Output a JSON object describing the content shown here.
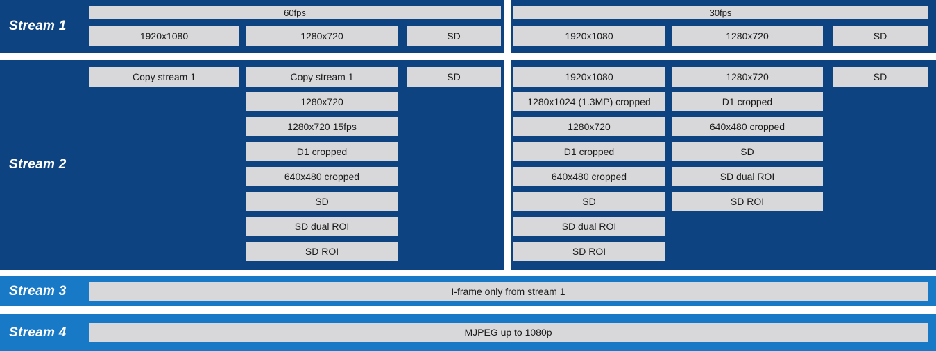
{
  "colors": {
    "dark_blue": "#0d4380",
    "light_blue": "#1879c6",
    "box_gray": "#d8d8da",
    "label_text": "#ffffff",
    "box_text": "#1a1a1a"
  },
  "stream1": {
    "label": "Stream 1",
    "groups": [
      {
        "header": "60fps",
        "options": [
          "1920x1080",
          "1280x720",
          "SD"
        ]
      },
      {
        "header": "30fps",
        "options": [
          "1920x1080",
          "1280x720",
          "SD"
        ]
      }
    ]
  },
  "stream2": {
    "label": "Stream 2",
    "left": {
      "columns": [
        {
          "options": [
            "Copy stream 1"
          ]
        },
        {
          "options": [
            "Copy stream 1",
            "1280x720",
            "1280x720 15fps",
            "D1 cropped",
            "640x480 cropped",
            "SD",
            "SD dual ROI",
            "SD ROI"
          ]
        },
        {
          "options": [
            "SD"
          ]
        }
      ]
    },
    "right": {
      "columns": [
        {
          "options": [
            "1920x1080",
            "1280x1024 (1.3MP) cropped",
            "1280x720",
            "D1 cropped",
            "640x480 cropped",
            "SD",
            "SD dual ROI",
            "SD ROI"
          ]
        },
        {
          "options": [
            "1280x720",
            "D1 cropped",
            "640x480 cropped",
            "SD",
            "SD dual ROI",
            "SD ROI"
          ]
        },
        {
          "options": [
            "SD"
          ]
        }
      ]
    }
  },
  "stream3": {
    "label": "Stream 3",
    "option": "I-frame only from stream 1"
  },
  "stream4": {
    "label": "Stream 4",
    "option": "MJPEG up to 1080p"
  }
}
